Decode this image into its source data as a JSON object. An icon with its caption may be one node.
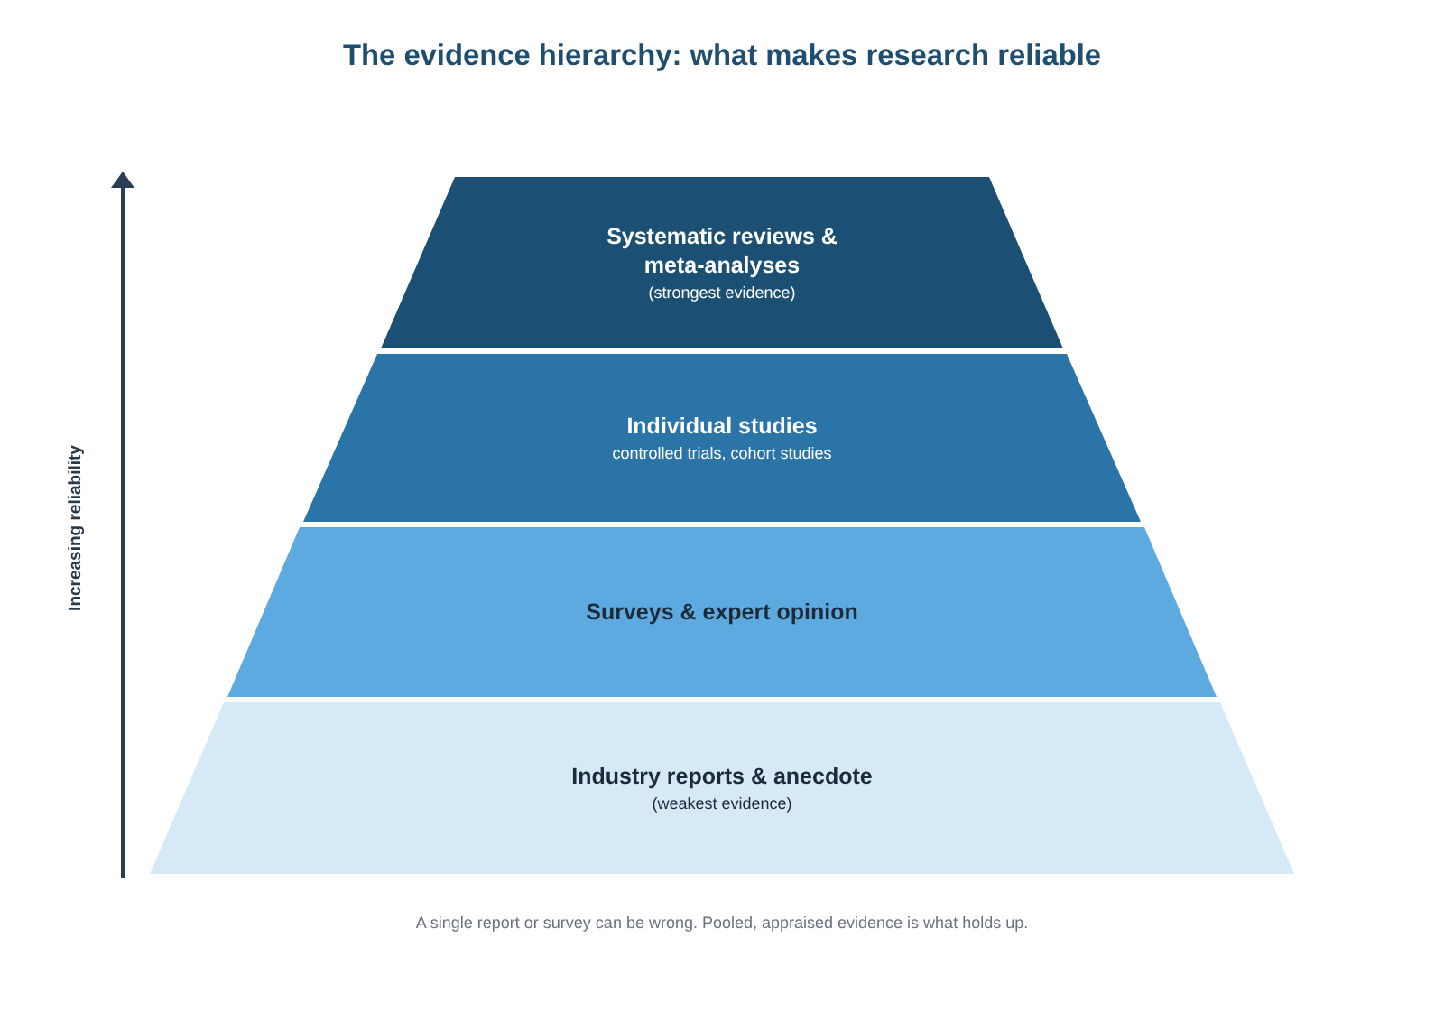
{
  "diagram": {
    "title": "The evidence hierarchy: what makes research reliable",
    "nodes": [
      {
        "text": [
          "Systematic reviews & meta-analyses",
          "(strongest evidence)"
        ]
      },
      {
        "text": [
          "Individual studies",
          "controlled trials, cohort studies"
        ]
      },
      {
        "text": [
          "Surveys & expert opinion"
        ]
      },
      {
        "text": [
          "Industry reports & anecdote",
          "(weakest evidence)"
        ]
      }
    ],
    "labels": [
      "Increasing reliability"
    ],
    "caption": "A single report or survey can be wrong. Pooled, appraised evidence is what holds up."
  }
}
